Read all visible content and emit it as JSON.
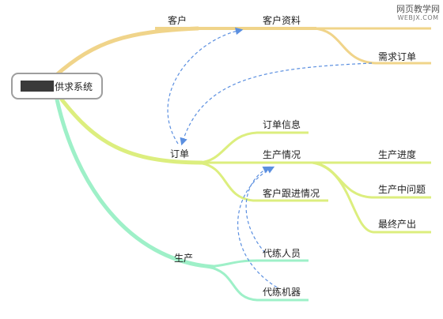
{
  "root": {
    "label": "供求系统"
  },
  "branches": {
    "customer": {
      "label": "客户",
      "children": {
        "profile": "客户资料",
        "demand_order": "需求订单"
      }
    },
    "order": {
      "label": "订单",
      "children": {
        "info": "订单信息",
        "production_status": "生产情况",
        "follow_up": "客户跟进情况"
      },
      "production_children": {
        "progress": "生产进度",
        "issues": "生产中问题",
        "final_output": "最终产出"
      }
    },
    "production": {
      "label": "生产",
      "children": {
        "staff": "代练人员",
        "machines": "代练机器"
      }
    }
  },
  "colors": {
    "customer_branch": "#f0d48a",
    "order_branch": "#dcee7e",
    "production_branch": "#9ef0c8",
    "dashed_link": "#5b8fe0",
    "root_border": "#9e9e9e"
  },
  "watermark": {
    "line1": "网页教学网",
    "line2": "WEBJX.COM"
  }
}
